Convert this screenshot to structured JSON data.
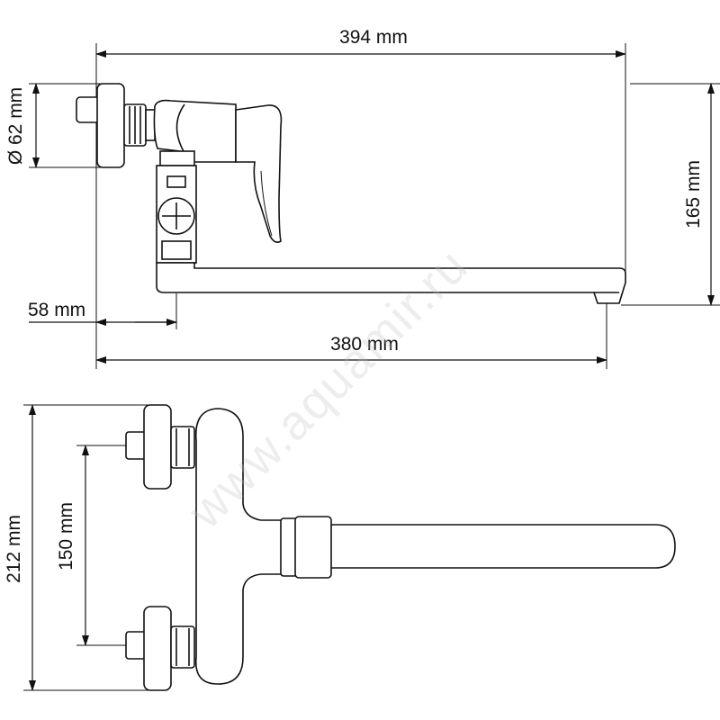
{
  "dimensions": {
    "top_width": "394 mm",
    "escutcheon_diameter": "Ø 62 mm",
    "height": "165 mm",
    "wall_offset": "58 mm",
    "spout_length": "380 mm",
    "total_height": "212 mm",
    "inlet_spacing": "150 mm"
  },
  "watermark": "www.aquamir.ru",
  "colors": {
    "line": "#111111",
    "watermark": "#bfbfbf",
    "background": "#ffffff"
  }
}
